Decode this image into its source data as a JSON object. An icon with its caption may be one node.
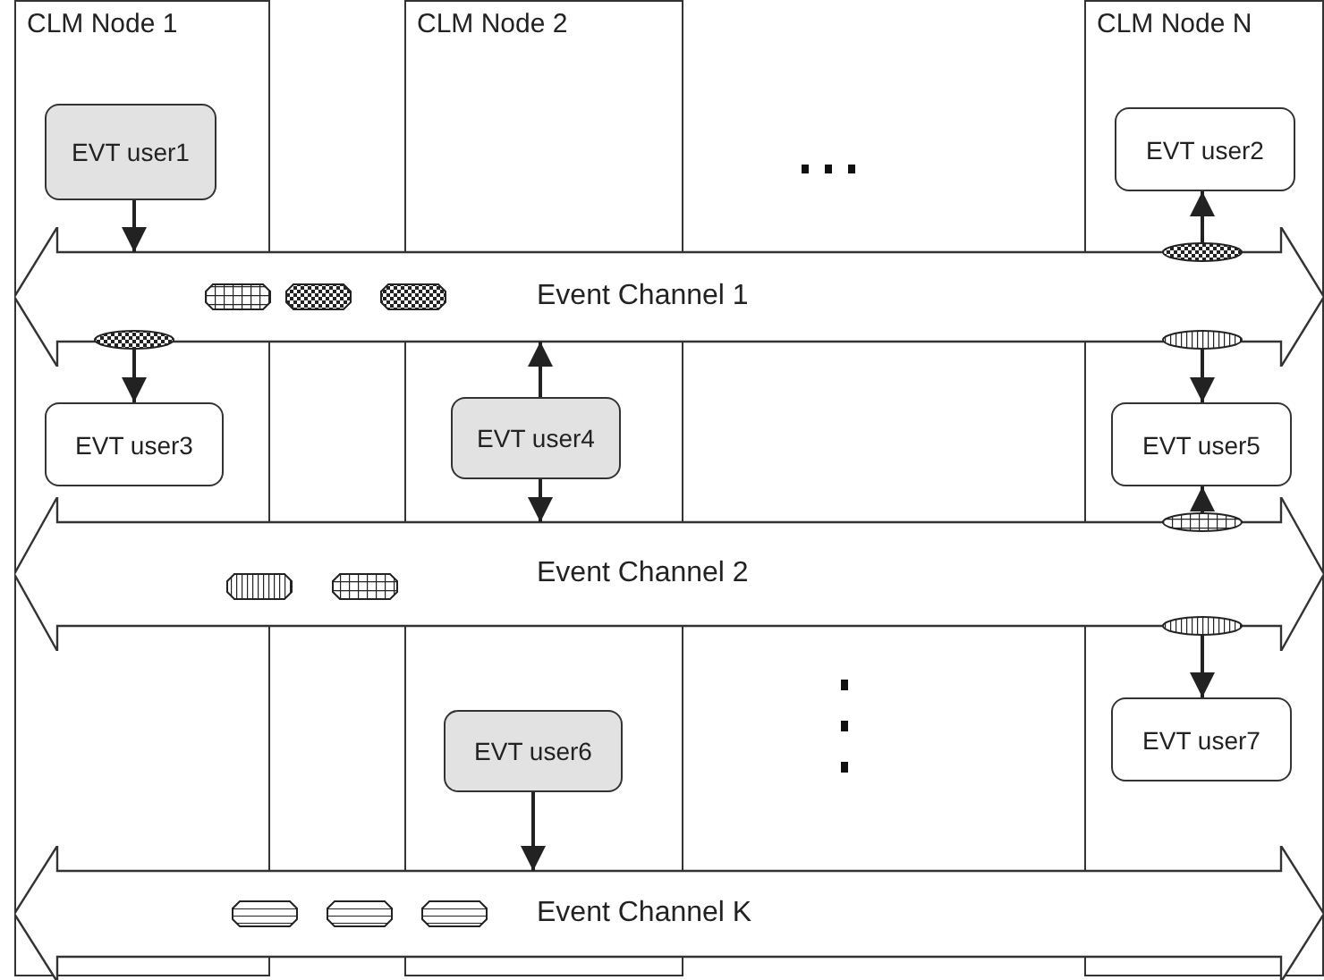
{
  "diagram": {
    "nodes": [
      {
        "text": [
          "CLM Node 1"
        ]
      },
      {
        "text": [
          "CLM Node 2"
        ]
      },
      {
        "text": [
          "CLM Node N"
        ]
      },
      {
        "text": [
          "EVT user1"
        ],
        "in": 0
      },
      {
        "text": [
          "EVT user2"
        ],
        "in": 2
      },
      {
        "text": [
          "Event Channel 1"
        ]
      },
      {
        "text": [
          "EVT user3"
        ],
        "in": 0
      },
      {
        "text": [
          "EVT user4"
        ],
        "in": 1
      },
      {
        "text": [
          "EVT user5"
        ],
        "in": 2
      },
      {
        "text": [
          "Event Channel 2"
        ]
      },
      {
        "text": [
          "EVT user6"
        ],
        "in": 1
      },
      {
        "text": [
          "EVT user7"
        ],
        "in": 2
      },
      {
        "text": [
          "Event Channel K"
        ]
      }
    ],
    "edges": [
      {
        "from": 3,
        "to": 5,
        "arrow": "to"
      },
      {
        "from": 5,
        "to": 4,
        "arrow": "to"
      },
      {
        "from": 5,
        "to": 6,
        "arrow": "to"
      },
      {
        "from": 7,
        "to": 5,
        "arrow": "to"
      },
      {
        "from": 7,
        "to": 9,
        "arrow": "to"
      },
      {
        "from": 5,
        "to": 8,
        "arrow": "to"
      },
      {
        "from": 9,
        "to": 8,
        "arrow": "to"
      },
      {
        "from": 9,
        "to": 11,
        "arrow": "to"
      },
      {
        "from": 10,
        "to": 12,
        "arrow": "to"
      }
    ]
  }
}
